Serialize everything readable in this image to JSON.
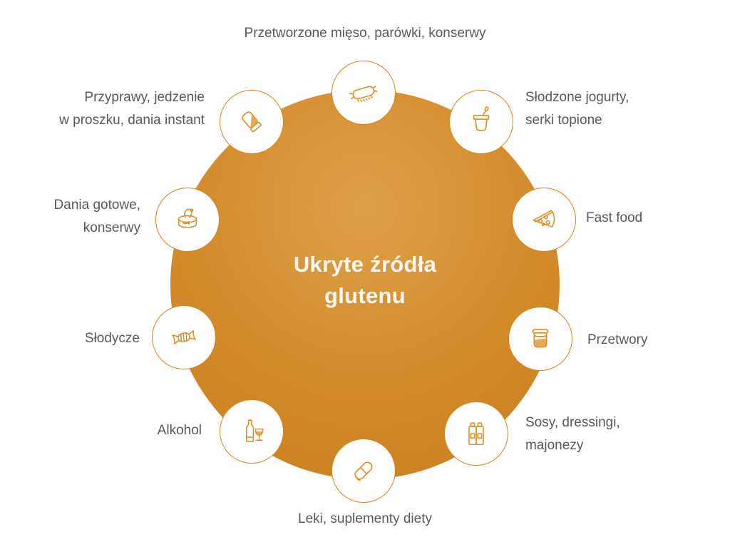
{
  "title": {
    "lines": [
      "Ukryte źródła",
      "glutenu"
    ]
  },
  "colors": {
    "background": "#FFFFFF",
    "circle_gradient_start": "#DFA04A",
    "circle_gradient_mid": "#D28A2A",
    "circle_gradient_end": "#C97E1F",
    "node_border": "#D4861C",
    "icon_stroke": "#DE8D20",
    "label_text": "#58595C",
    "title_text": "#FCF9F4"
  },
  "items": [
    {
      "id": "processed-meat",
      "icon": "sausage-icon",
      "lines": [
        "Przetworzone mięso, parówki, konserwy"
      ]
    },
    {
      "id": "sweetened-yogurts",
      "icon": "yogurt-icon",
      "lines": [
        "Słodzone jogurty,",
        "serki topione"
      ]
    },
    {
      "id": "fast-food",
      "icon": "pizza-icon",
      "lines": [
        "Fast food"
      ]
    },
    {
      "id": "preserves",
      "icon": "jar-icon",
      "lines": [
        "Przetwory"
      ]
    },
    {
      "id": "sauces",
      "icon": "sauce-bottles-icon",
      "lines": [
        "Sosy, dressingi,",
        "majonezy"
      ]
    },
    {
      "id": "medications",
      "icon": "pill-icon",
      "lines": [
        "Leki, suplementy diety"
      ]
    },
    {
      "id": "alcohol",
      "icon": "wine-icon",
      "lines": [
        "Alkohol"
      ]
    },
    {
      "id": "sweets",
      "icon": "candy-icon",
      "lines": [
        "Słodycze"
      ]
    },
    {
      "id": "ready-meals",
      "icon": "tin-can-icon",
      "lines": [
        "Dania gotowe,",
        "konserwy"
      ]
    },
    {
      "id": "spices",
      "icon": "spice-shaker-icon",
      "lines": [
        "Przyprawy, jedzenie",
        "w proszku, dania instant"
      ]
    }
  ]
}
